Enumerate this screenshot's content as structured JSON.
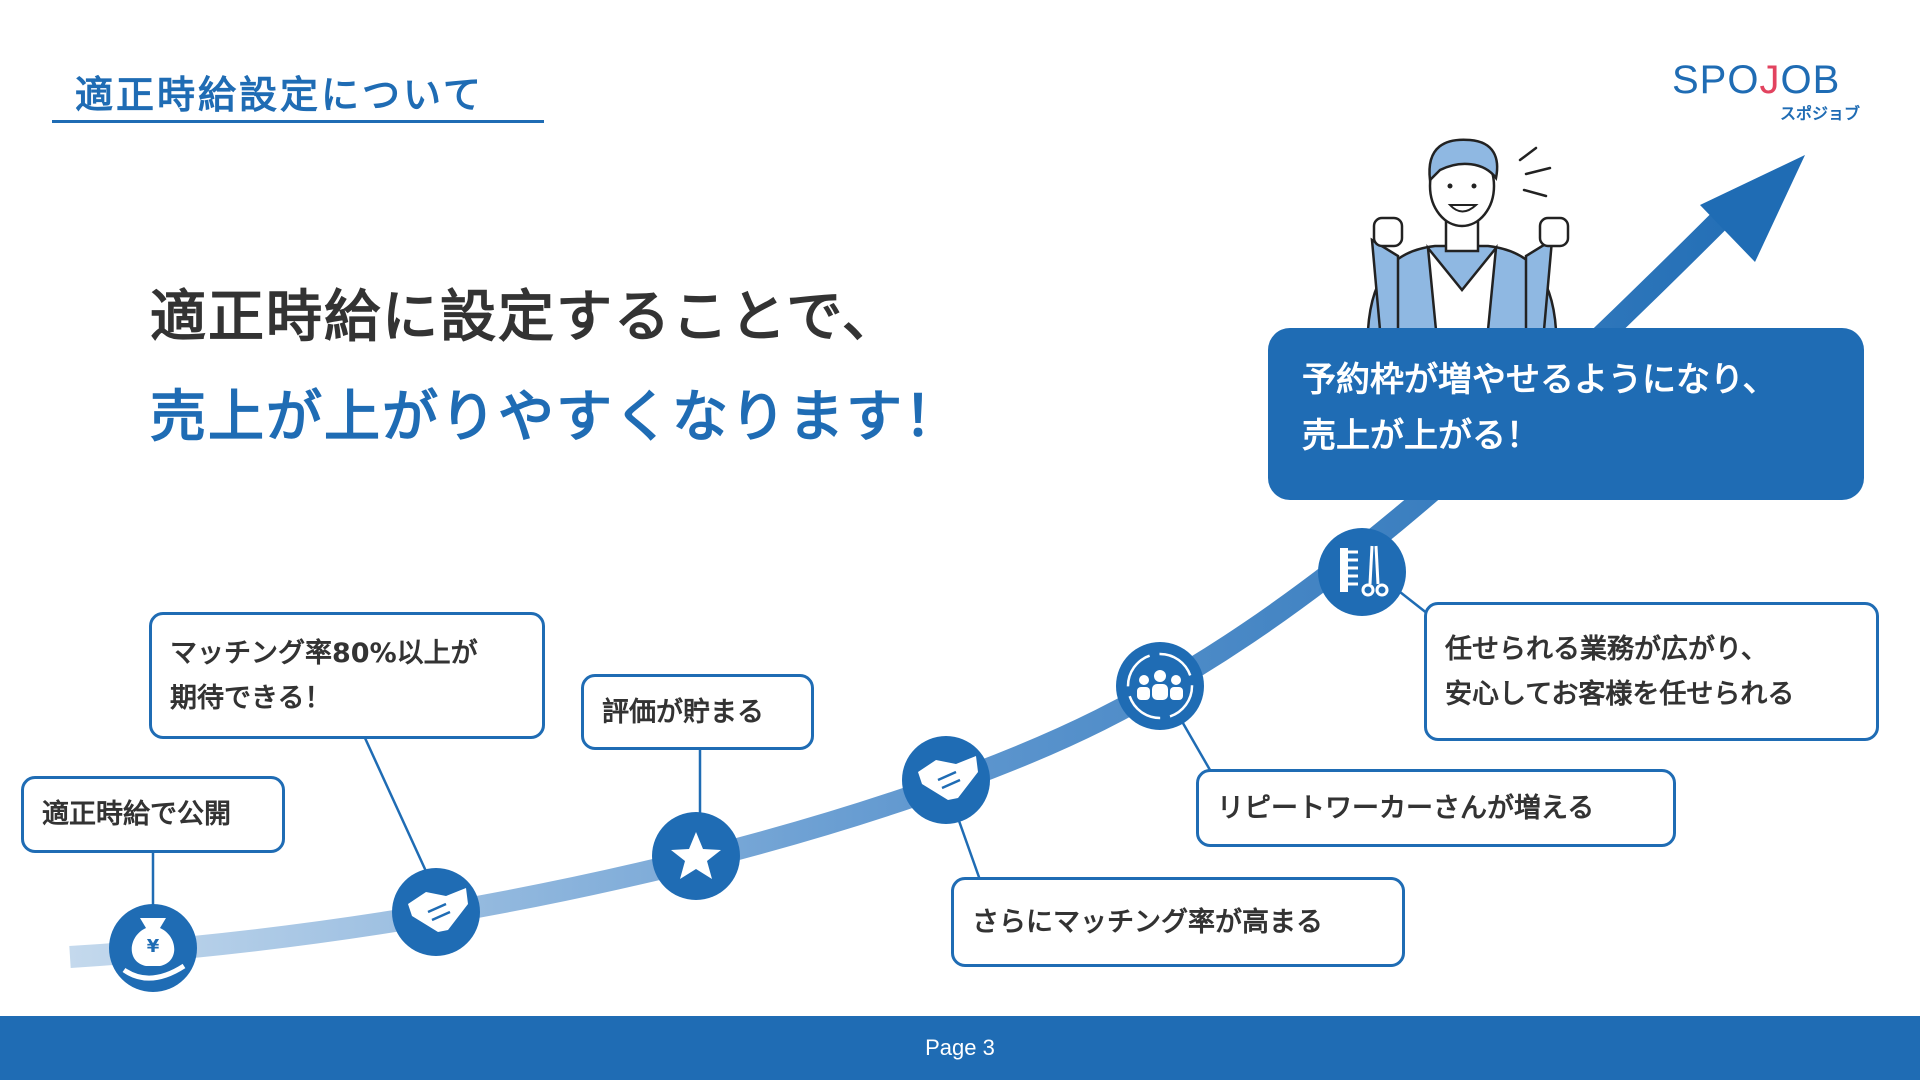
{
  "header": {
    "section_title": "適正時給設定について",
    "logo_text_a": "SPO",
    "logo_text_j": "J",
    "logo_text_b": "OB",
    "logo_sub": "スポジョブ"
  },
  "headline": {
    "line1": "適正時給に設定することで、",
    "line2": "売上が上がりやすくなります！"
  },
  "highlight": {
    "line1": "予約枠が増やせるようになり、",
    "line2": "売上が上がる！"
  },
  "steps": [
    {
      "lines": [
        "適正時給で公開"
      ],
      "icon": "money-bag-yen-icon"
    },
    {
      "lines": [
        "マッチング率80%以上が",
        "期待できる！"
      ],
      "icon": "handshake-icon"
    },
    {
      "lines": [
        "評価が貯まる"
      ],
      "icon": "star-icon"
    },
    {
      "lines": [
        "さらにマッチング率が高まる"
      ],
      "icon": "handshake-icon"
    },
    {
      "lines": [
        "リピートワーカーさんが増える"
      ],
      "icon": "people-group-icon"
    },
    {
      "lines": [
        "任せられる業務が広がり、",
        "安心してお客様を任せられる"
      ],
      "icon": "comb-scissors-icon"
    }
  ],
  "footer": {
    "page_label": "Page 3"
  },
  "colors": {
    "brand": "#1f6cb4",
    "logo_accent": "#e2435f",
    "text": "#333333"
  }
}
